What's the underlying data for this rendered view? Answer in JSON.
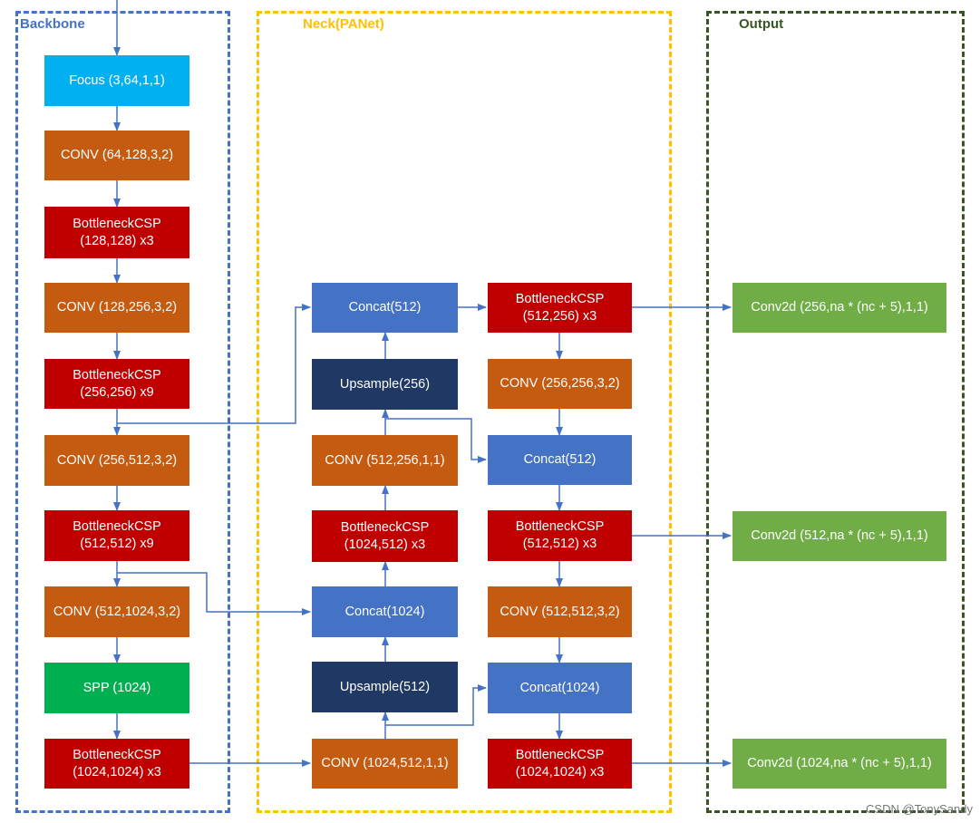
{
  "colors": {
    "backbone": "#4472c4",
    "neck": "#ffc000",
    "output": "#375623",
    "arrow": "#4472c4",
    "focus": "#00b0f0",
    "conv": "#c55a11",
    "bottleneck": "#c00000",
    "concat": "#4472c4",
    "upsample": "#1f3864",
    "spp": "#00b050",
    "conv2d": "#70ad47"
  },
  "regions": {
    "backbone": {
      "title": "Backbone"
    },
    "neck": {
      "title": "Neck(PANet)"
    },
    "output": {
      "title": "Output"
    }
  },
  "nodes": {
    "focus": "Focus (3,64,1,1)",
    "conv_64_128": "CONV (64,128,3,2)",
    "csp_128": "BottleneckCSP\n(128,128) x3",
    "conv_128_256": "CONV (128,256,3,2)",
    "csp_256": "BottleneckCSP\n(256,256) x9",
    "conv_256_512": "CONV (256,512,3,2)",
    "csp_512": "BottleneckCSP\n(512,512) x9",
    "conv_512_1024": "CONV (512,1024,3,2)",
    "spp": "SPP (1024)",
    "csp_1024": "BottleneckCSP\n(1024,1024) x3",
    "n1_concat512": "Concat(512)",
    "n1_upsample256": "Upsample(256)",
    "n1_conv_512_256": "CONV (512,256,1,1)",
    "n1_csp_1024_512": "BottleneckCSP\n(1024,512) x3",
    "n1_concat1024": "Concat(1024)",
    "n1_upsample512": "Upsample(512)",
    "n1_conv_1024_512": "CONV (1024,512,1,1)",
    "n2_csp_512_256": "BottleneckCSP\n(512,256) x3",
    "n2_conv_256_256": "CONV (256,256,3,2)",
    "n2_concat512": "Concat(512)",
    "n2_csp_512_512": "BottleneckCSP\n(512,512) x3",
    "n2_conv_512_512": "CONV (512,512,3,2)",
    "n2_concat1024": "Concat(1024)",
    "n2_csp_1024": "BottleneckCSP\n(1024,1024) x3",
    "out_256": "Conv2d (256,na * (nc + 5),1,1)",
    "out_512": "Conv2d (512,na * (nc + 5),1,1)",
    "out_1024": "Conv2d (1024,na * (nc + 5),1,1)"
  },
  "watermark": "CSDN @TonySandy"
}
